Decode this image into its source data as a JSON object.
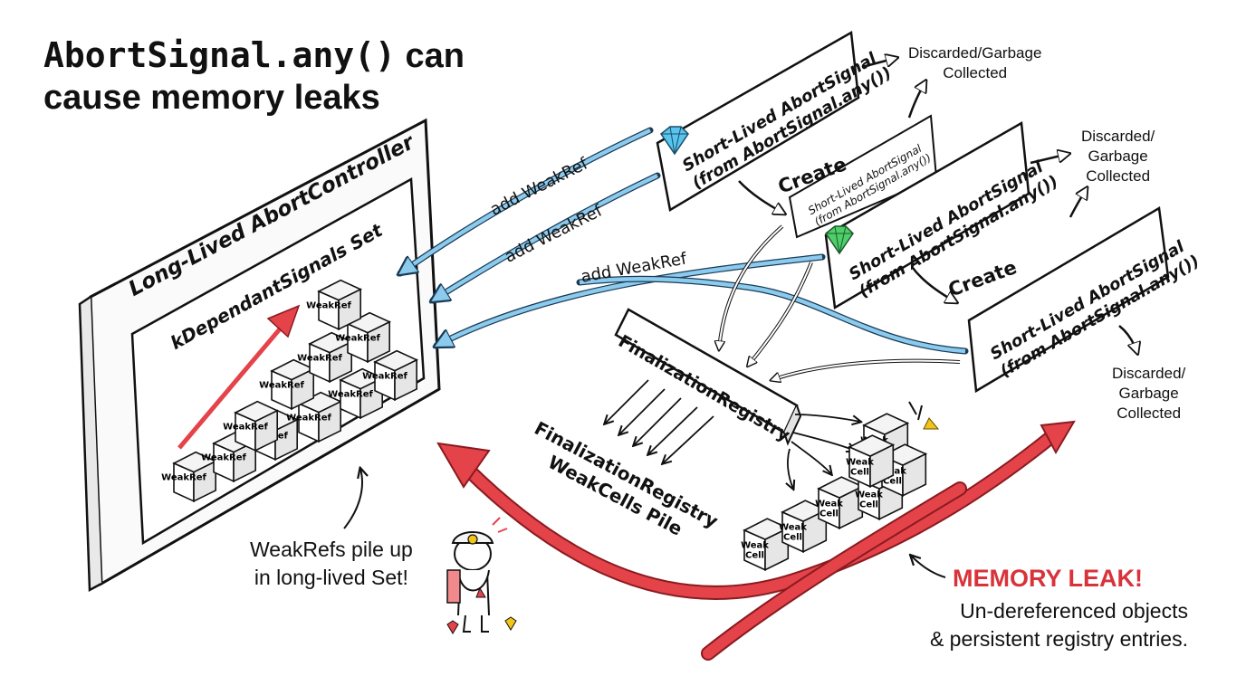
{
  "title": {
    "code": "AbortSignal.any()",
    "rest": " can",
    "line2": "cause memory leaks"
  },
  "controller": {
    "label": "Long-Lived AbortController",
    "set_label": "kDependantSignals Set",
    "weakref_tag": "WeakRef",
    "note_line1": "WeakRefs pile up",
    "note_line2": "in long-lived Set!"
  },
  "signals": [
    {
      "line1": "Short-Lived AbortSignal",
      "line2": "(from AbortSignal.any())"
    },
    {
      "line1": "Short-Lived AbortSignal",
      "line2": "(from AbortSignal.any())"
    },
    {
      "line1": "Short-Lived AbortSignal",
      "line2": "(from AbortSignal.any())"
    },
    {
      "line1": "Short-Lived AbortSignal",
      "line2": "(from AbortSignal.any())"
    }
  ],
  "arrows": {
    "add_weakref": "add WeakRef",
    "create": "Create"
  },
  "discarded": {
    "line1": "Discarded/",
    "line2": "Garbage",
    "line3": "Collected",
    "line_a": "Discarded/Garbage"
  },
  "registry": {
    "label": "FinalizationRegistry",
    "pile_line1": "FinalizationRegistry",
    "pile_line2": "WeakCells Pile",
    "cell_line1": "Weak",
    "cell_line2": "Cell"
  },
  "leak": {
    "title": "MEMORY LEAK!",
    "line1": "Un-dereferenced objects",
    "line2": "& persistent registry entries."
  },
  "colors": {
    "blue_arrow": "#8ccbee",
    "red_arrow": "#e5434a",
    "leak_text": "#d8333a",
    "gem_blue": "#58c4ef",
    "gem_green": "#4fcf6a"
  }
}
